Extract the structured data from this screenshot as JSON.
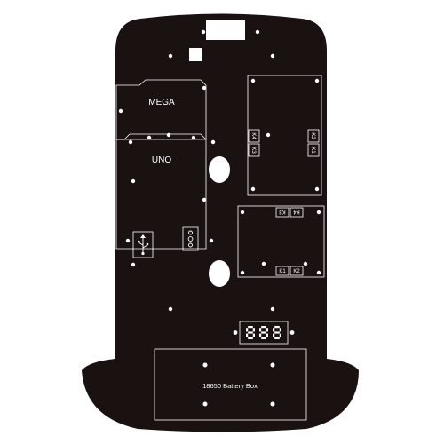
{
  "board": {
    "colors": {
      "board": "#1a1211",
      "silkscreen": "#ffffff",
      "background": "#ffffff"
    }
  },
  "labels": {
    "mega": "MEGA",
    "uno": "UNO",
    "battery_box": "18650 Battery Box",
    "relay_top": [
      "K4",
      "K3",
      "K2",
      "K1"
    ],
    "relay_bottom_top_row": [
      "K3",
      "K4"
    ],
    "relay_bottom_bottom_row": [
      "K1",
      "K2"
    ]
  },
  "icons": {
    "usb": "usb-port-icon",
    "power_jack": "dc-power-jack-icon",
    "display": "seven-segment-display-icon"
  }
}
